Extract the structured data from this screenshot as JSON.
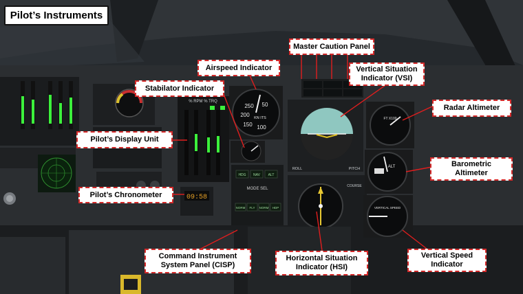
{
  "page": {
    "title": "Pilot’s Instruments"
  },
  "callouts": {
    "master_caution": "Master Caution Panel",
    "airspeed": "Airspeed Indicator",
    "vsi": "Vertical Situation Indicator (VSI)",
    "stabilator": "Stabilator Indicator",
    "radar_altimeter": "Radar Altimeter",
    "pdu": "Pilot’s Display Unit",
    "baro_altimeter": "Barometric Altimeter",
    "chronometer": "Pilot’s Chronometer",
    "cisp": "Command Instrument System Panel (CISP)",
    "hsi": "Horizontal Situation Indicator (HSI)",
    "vertical_speed": "Vertical Speed Indicator"
  },
  "gauges": {
    "airspeed": {
      "scale": [
        "250",
        "50",
        "200",
        "KN ITS",
        "150",
        "100"
      ]
    },
    "torque_header": "% RPM  % TRQ",
    "radar_alt_label": "FT X100",
    "baro_label": "ALT",
    "vsi_labels": [
      "ROLL",
      "PITCH"
    ],
    "vs_label": "VERTICAL SPEED",
    "hsi_label": "COURSE",
    "chrono_display": "09:58"
  },
  "cisp": {
    "buttons_top": [
      "HDG",
      "NAV",
      "ALT"
    ],
    "header": "MODE SEL",
    "buttons_bottom": [
      "NORM",
      "FLY",
      "NORM",
      "HDP"
    ]
  },
  "colors": {
    "callout_border": "#d42a2a",
    "leader_line": "#e11e1e",
    "led_green": "#3cf03c",
    "instrument_face": "#0b0c0d"
  }
}
